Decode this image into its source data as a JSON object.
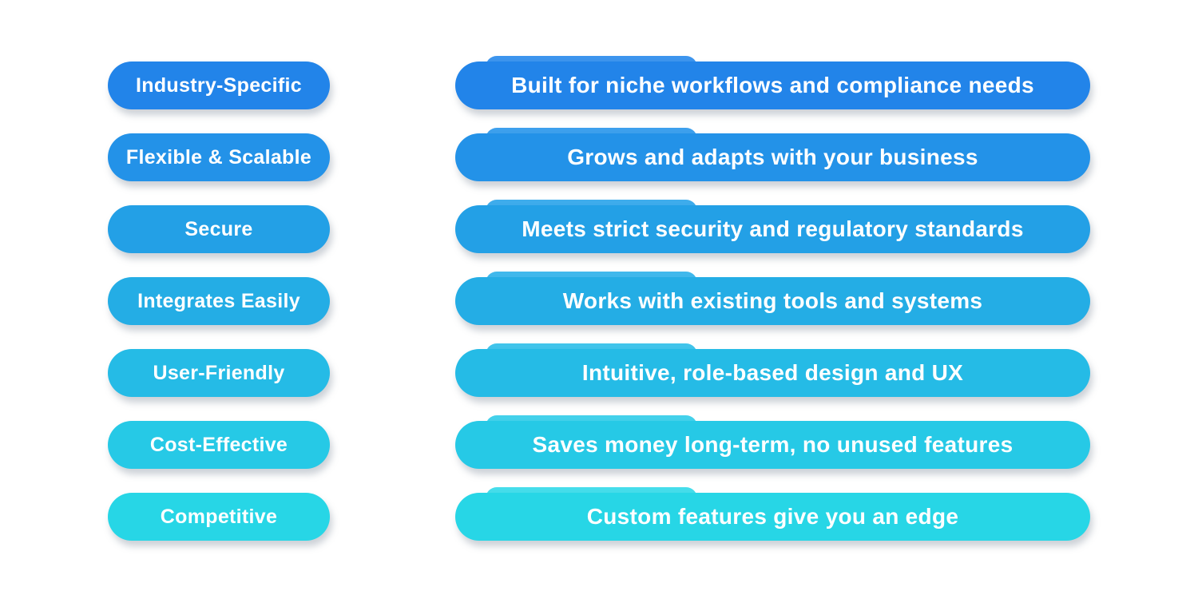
{
  "page": {
    "background_color": "#FFFFFF",
    "text_color": "#FFFFFF"
  },
  "rows": [
    {
      "label": "Industry-Specific",
      "description": "Built for niche workflows and compliance needs",
      "color": "#2284E9",
      "color_light": "#3D95EE"
    },
    {
      "label": "Flexible & Scalable",
      "description": "Grows and adapts with your business",
      "color": "#2392E8",
      "color_light": "#3DA0ED"
    },
    {
      "label": "Secure",
      "description": "Meets strict security and regulatory standards",
      "color": "#23A0E6",
      "color_light": "#3EACEC"
    },
    {
      "label": "Integrates Easily",
      "description": "Works with existing tools and systems",
      "color": "#24ADE5",
      "color_light": "#40B8EC"
    },
    {
      "label": "User-Friendly",
      "description": "Intuitive, role-based design and UX",
      "color": "#25BBE6",
      "color_light": "#41C4EB"
    },
    {
      "label": "Cost-Effective",
      "description": "Saves money long-term, no unused features",
      "color": "#26C9E6",
      "color_light": "#43D1EB"
    },
    {
      "label": "Competitive",
      "description": "Custom features give you an edge",
      "color": "#27D6E6",
      "color_light": "#45DDEB"
    }
  ]
}
